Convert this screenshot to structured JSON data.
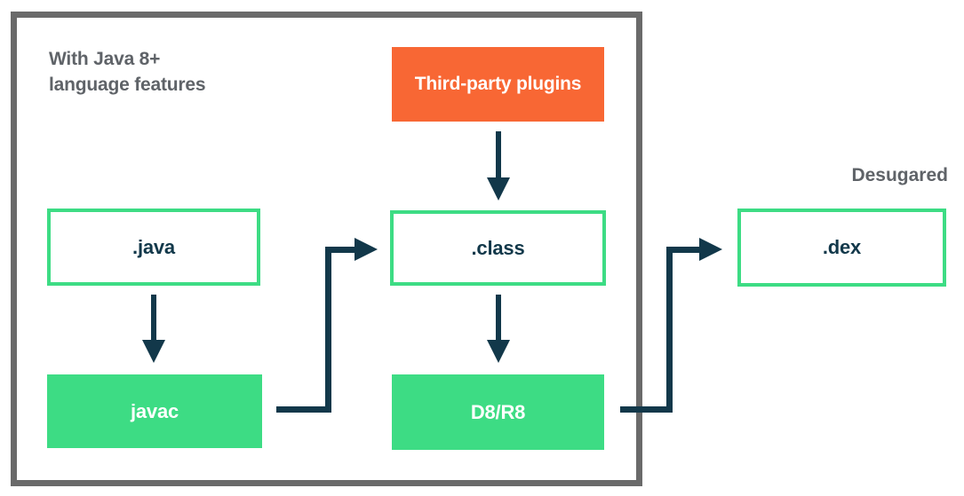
{
  "diagram": {
    "caption_lines": [
      "With Java 8+",
      "language features"
    ],
    "desugared_label": "Desugared",
    "nodes": {
      "third_party_plugins": {
        "label": "Third-party plugins"
      },
      "java_source": {
        "label": ".java"
      },
      "javac_compiler": {
        "label": "javac"
      },
      "class_files": {
        "label": ".class"
      },
      "d8_r8": {
        "label": "D8/R8"
      },
      "dex_output": {
        "label": ".dex"
      }
    },
    "colors": {
      "green": "#3DDC84",
      "orange": "#F86734",
      "navy": "#12384A",
      "border_gray": "#6A6A6A",
      "text_gray": "#5F6368"
    }
  }
}
